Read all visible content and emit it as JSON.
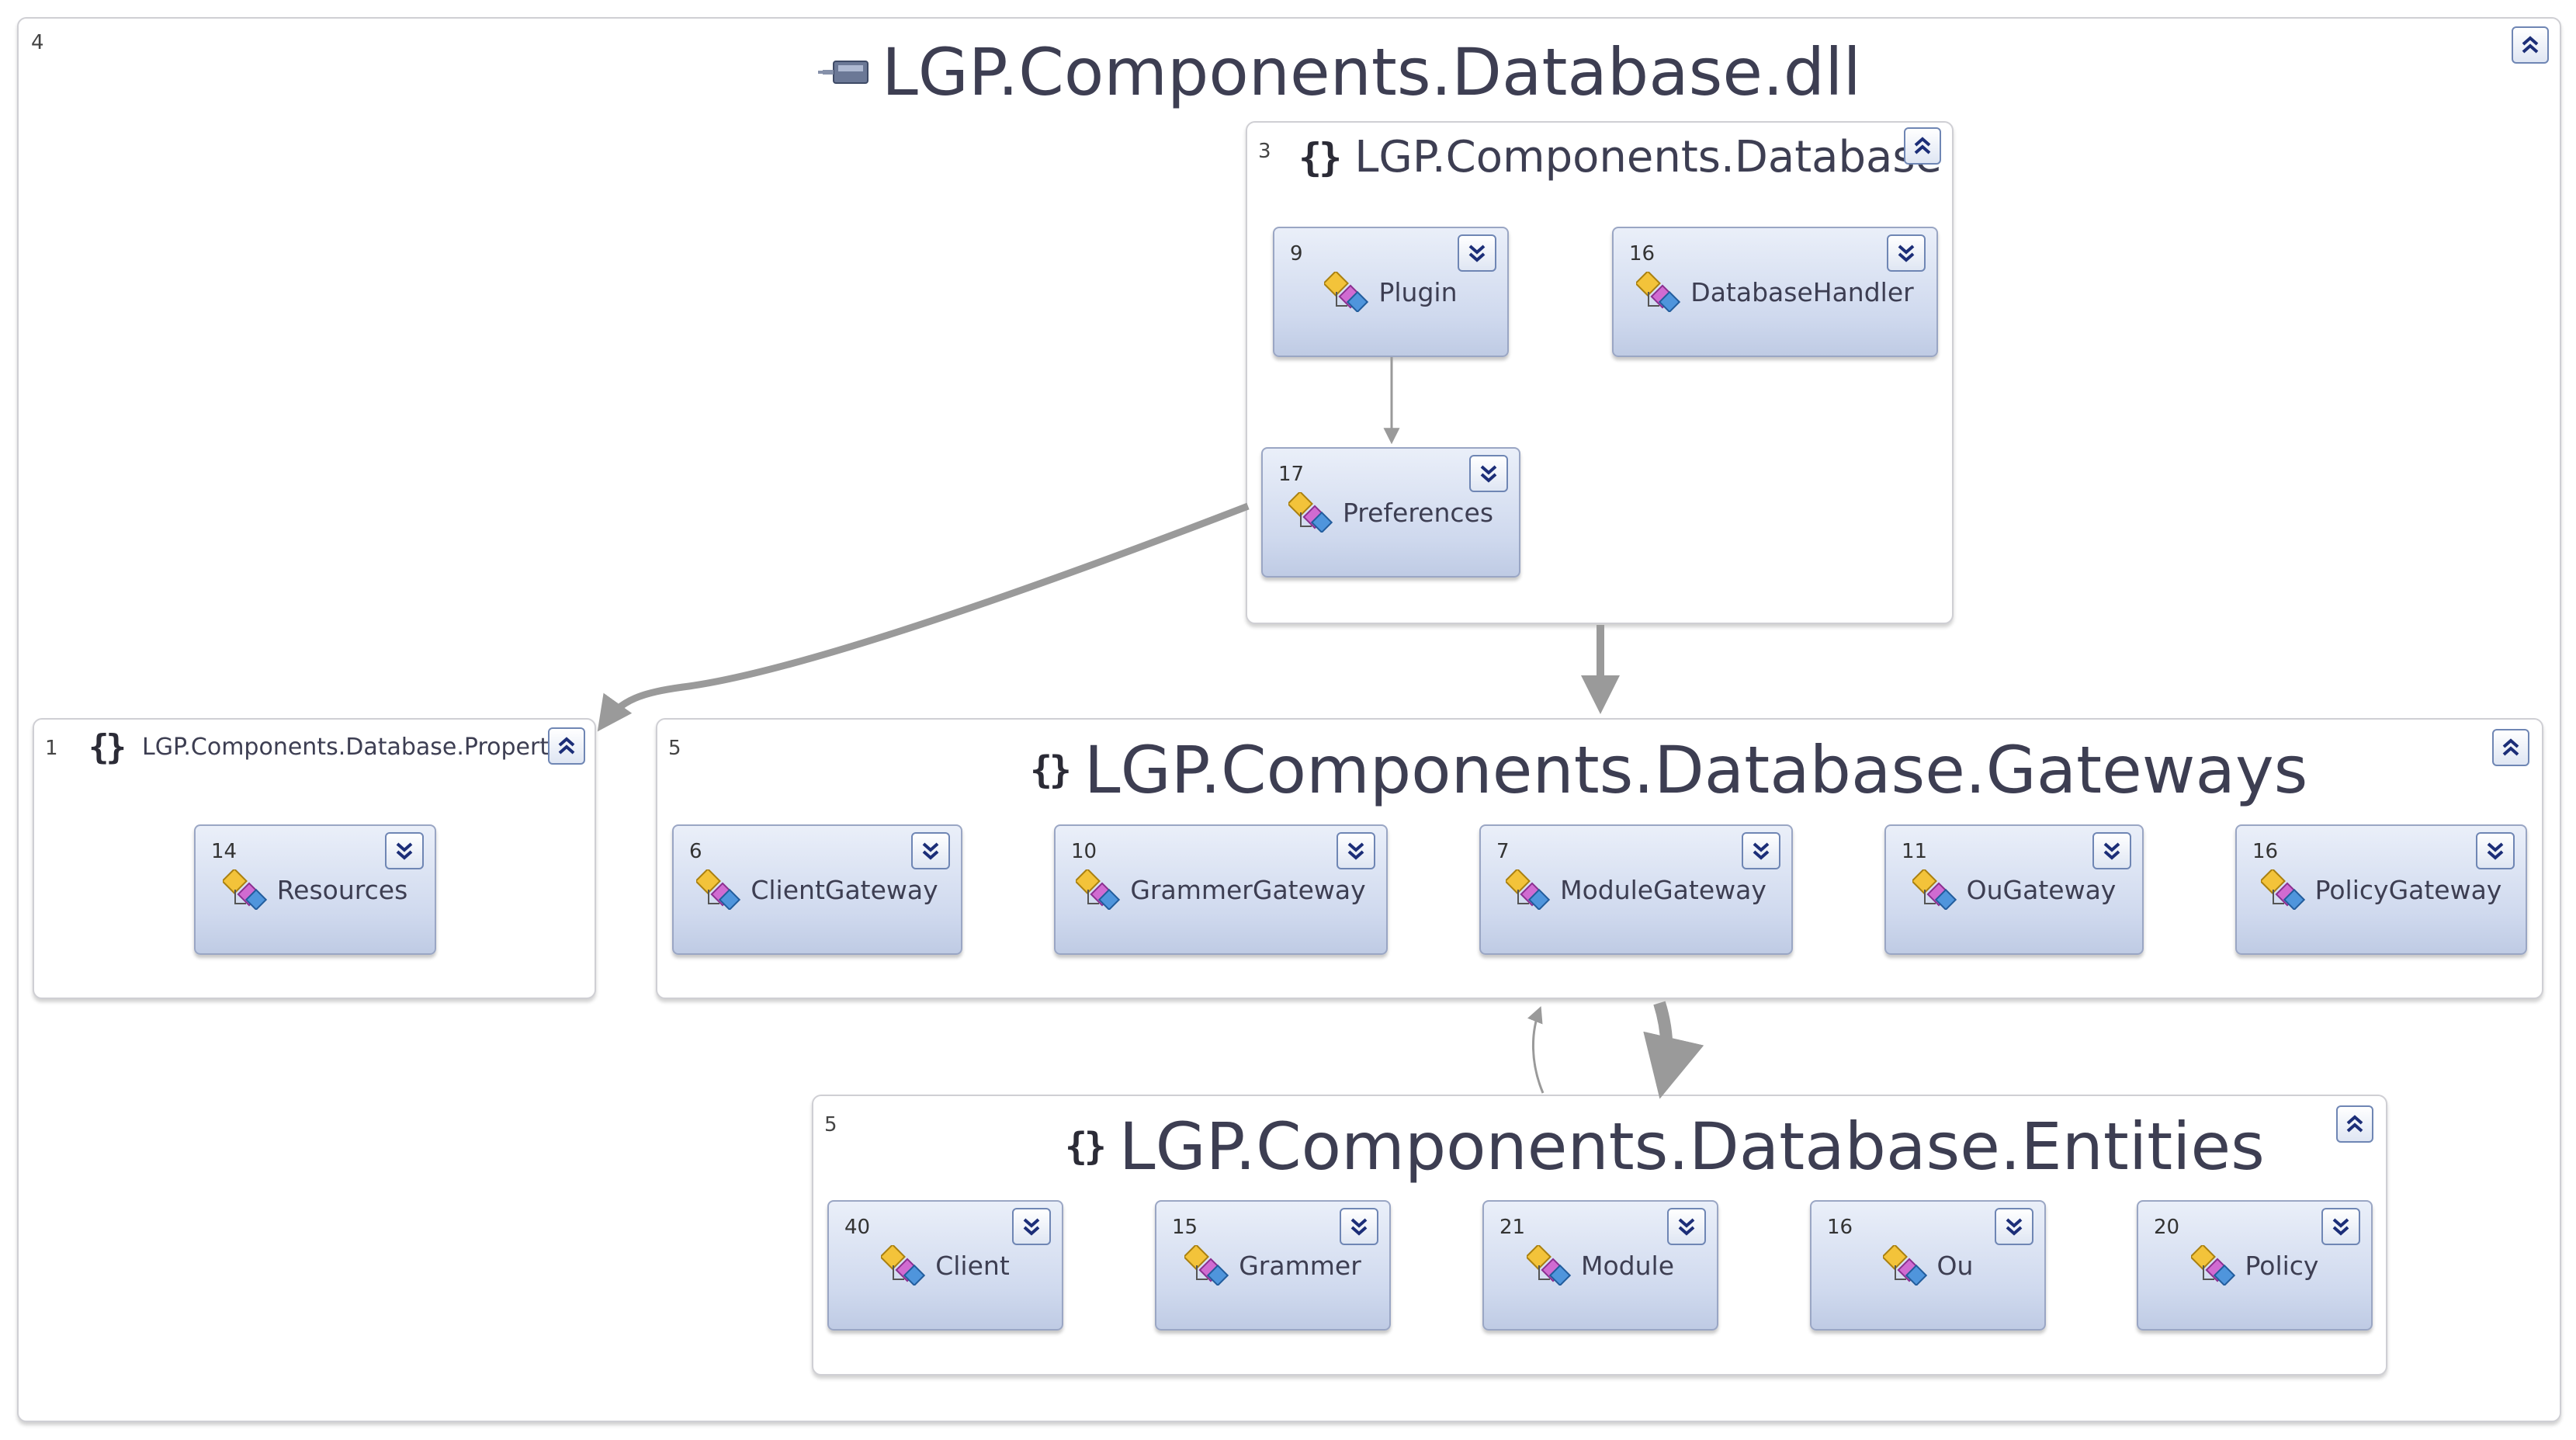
{
  "assembly": {
    "title": "LGP.Components.Database.dll",
    "count": "4"
  },
  "namespaces": {
    "database": {
      "title": "LGP.Components.Database",
      "count": "3",
      "classes": {
        "plugin": {
          "name": "Plugin",
          "count": "9"
        },
        "databasehandler": {
          "name": "DatabaseHandler",
          "count": "16"
        },
        "preferences": {
          "name": "Preferences",
          "count": "17"
        }
      }
    },
    "properties": {
      "title": "LGP.Components.Database.Properties",
      "count": "1",
      "classes": {
        "resources": {
          "name": "Resources",
          "count": "14"
        }
      }
    },
    "gateways": {
      "title": "LGP.Components.Database.Gateways",
      "count": "5",
      "classes": {
        "clientgateway": {
          "name": "ClientGateway",
          "count": "6"
        },
        "grammergateway": {
          "name": "GrammerGateway",
          "count": "10"
        },
        "modulegateway": {
          "name": "ModuleGateway",
          "count": "7"
        },
        "ougateway": {
          "name": "OuGateway",
          "count": "11"
        },
        "policygateway": {
          "name": "PolicyGateway",
          "count": "16"
        }
      }
    },
    "entities": {
      "title": "LGP.Components.Database.Entities",
      "count": "5",
      "classes": {
        "client": {
          "name": "Client",
          "count": "40"
        },
        "grammer": {
          "name": "Grammer",
          "count": "15"
        },
        "module": {
          "name": "Module",
          "count": "21"
        },
        "ou": {
          "name": "Ou",
          "count": "16"
        },
        "policy": {
          "name": "Policy",
          "count": "20"
        }
      }
    }
  },
  "icons": {
    "assembly": "assembly-icon",
    "namespace": "namespace-braces-icon",
    "class": "class-icon",
    "collapse": "chevron-double-up-icon",
    "expand": "chevron-double-down-icon"
  },
  "colors": {
    "container_border": "#cfcfd4",
    "class_fill": "#cfd9ee",
    "class_border": "#9aa6c4",
    "toggle_border": "#6f86b4",
    "edge": "#9a9a9a",
    "title_text": "#3d3e52"
  }
}
